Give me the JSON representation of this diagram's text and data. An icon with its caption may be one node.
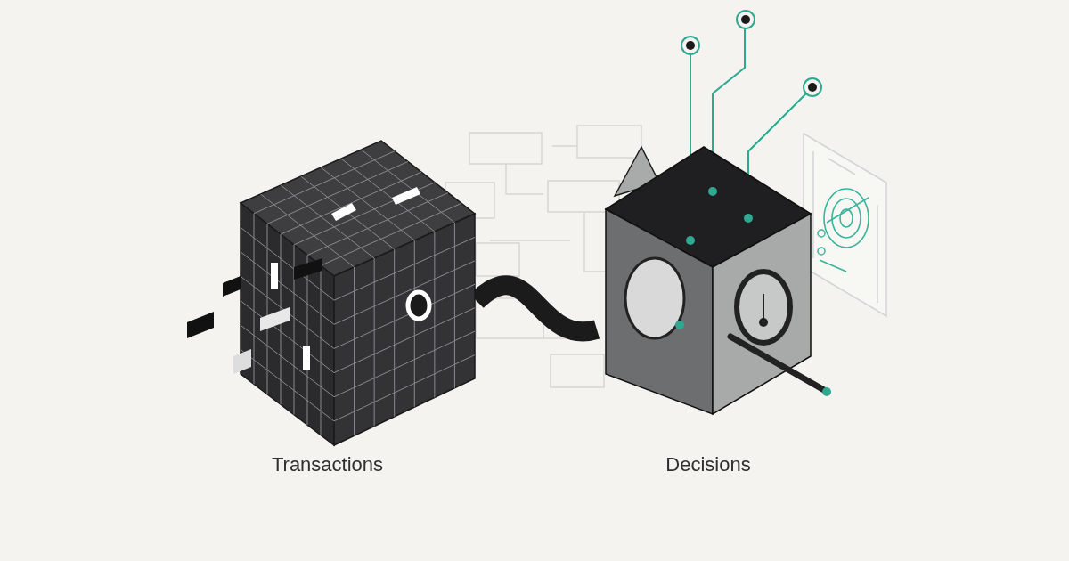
{
  "diagram": {
    "nodes": [
      {
        "text": [
          "Transactions"
        ]
      },
      {
        "text": [
          "Decisions"
        ]
      }
    ],
    "edges": [
      {
        "from": 0,
        "to": 1,
        "arrow": "none"
      }
    ]
  }
}
